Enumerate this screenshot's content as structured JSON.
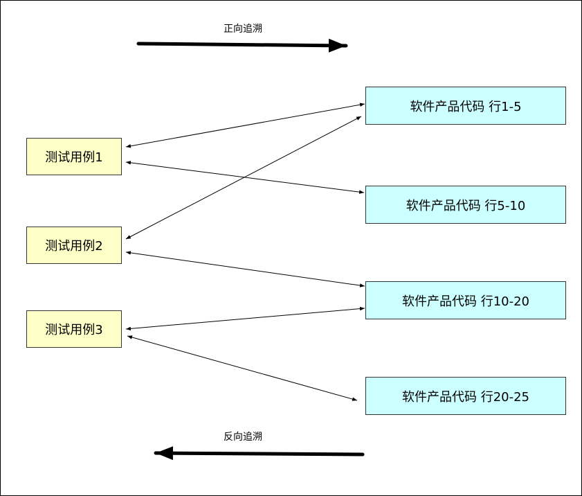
{
  "forward_label": "正向追溯",
  "backward_label": "反向追溯",
  "test_cases": [
    {
      "id": "t1",
      "label": "测试用例1"
    },
    {
      "id": "t2",
      "label": "测试用例2"
    },
    {
      "id": "t3",
      "label": "测试用例3"
    }
  ],
  "code_blocks": [
    {
      "id": "c1",
      "label": "软件产品代码 行1-5"
    },
    {
      "id": "c2",
      "label": "软件产品代码 行5-10"
    },
    {
      "id": "c3",
      "label": "软件产品代码 行10-20"
    },
    {
      "id": "c4",
      "label": "软件产品代码 行20-25"
    }
  ],
  "links": [
    {
      "from": "t1",
      "to": "c1"
    },
    {
      "from": "t1",
      "to": "c2"
    },
    {
      "from": "t2",
      "to": "c1"
    },
    {
      "from": "t2",
      "to": "c3"
    },
    {
      "from": "t3",
      "to": "c3"
    },
    {
      "from": "t3",
      "to": "c4"
    }
  ],
  "colors": {
    "test_fill": "#ffffc8",
    "code_fill": "#ccffff",
    "line": "#000000"
  }
}
